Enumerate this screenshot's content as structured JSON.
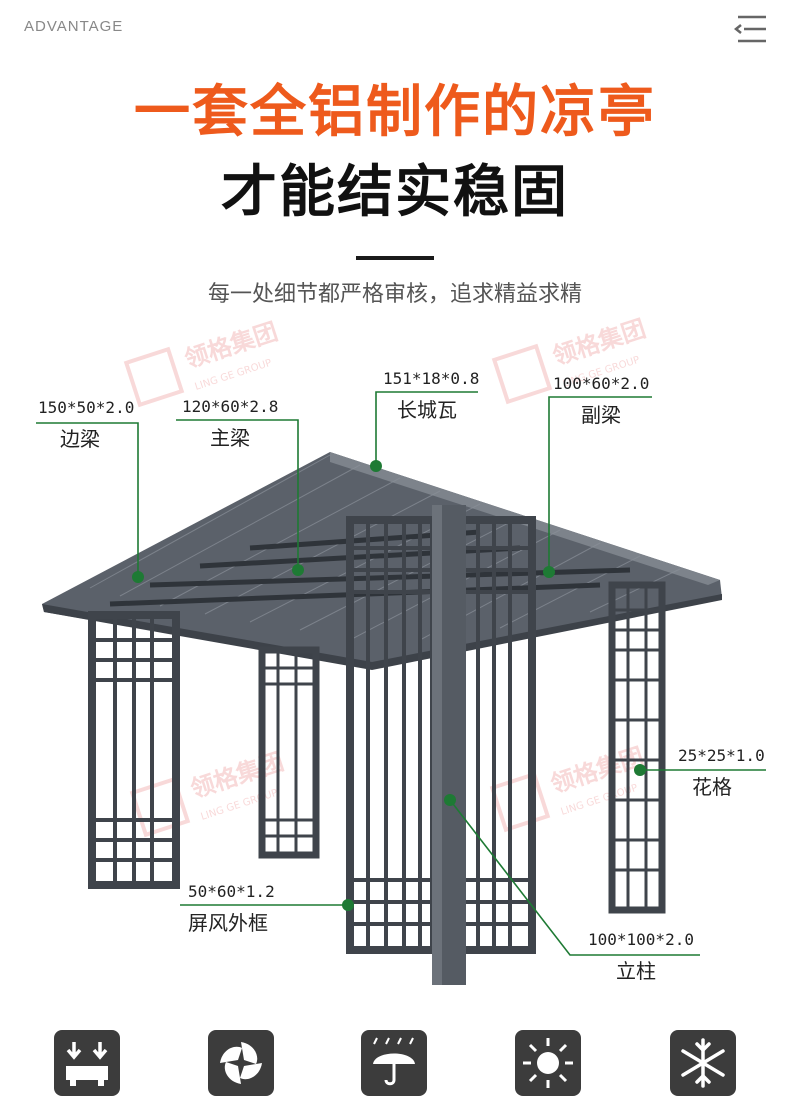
{
  "header": {
    "label": "ADVANTAGE",
    "menu_icon": "menu-icon"
  },
  "hero": {
    "title_line1": "一套全铝制作的凉亭",
    "title_line2": "才能结实稳固",
    "subtitle": "每一处细节都严格审核，追求精益求精"
  },
  "watermark": {
    "brand_cn": "领格集团",
    "brand_en": "LING GE GROUP"
  },
  "colors": {
    "accent": "#ee5a1c",
    "leader": "#1e7a34",
    "frame": "#4a5058"
  },
  "specs": [
    {
      "id": "edge-beam",
      "dimension": "150*50*2.0",
      "name": "边梁"
    },
    {
      "id": "main-beam",
      "dimension": "120*60*2.8",
      "name": "主梁"
    },
    {
      "id": "roof-tile",
      "dimension": "151*18*0.8",
      "name": "长城瓦"
    },
    {
      "id": "secondary-beam",
      "dimension": "100*60*2.0",
      "name": "副梁"
    },
    {
      "id": "lattice",
      "dimension": "25*25*1.0",
      "name": "花格"
    },
    {
      "id": "screen-frame",
      "dimension": "50*60*1.2",
      "name": "屏风外框"
    },
    {
      "id": "column",
      "dimension": "100*100*2.0",
      "name": "立柱"
    }
  ],
  "features": [
    {
      "icon": "load-bearing-icon"
    },
    {
      "icon": "wind-resistant-icon"
    },
    {
      "icon": "rainproof-umbrella-icon"
    },
    {
      "icon": "sun-protection-icon"
    },
    {
      "icon": "snowflake-icon"
    }
  ]
}
